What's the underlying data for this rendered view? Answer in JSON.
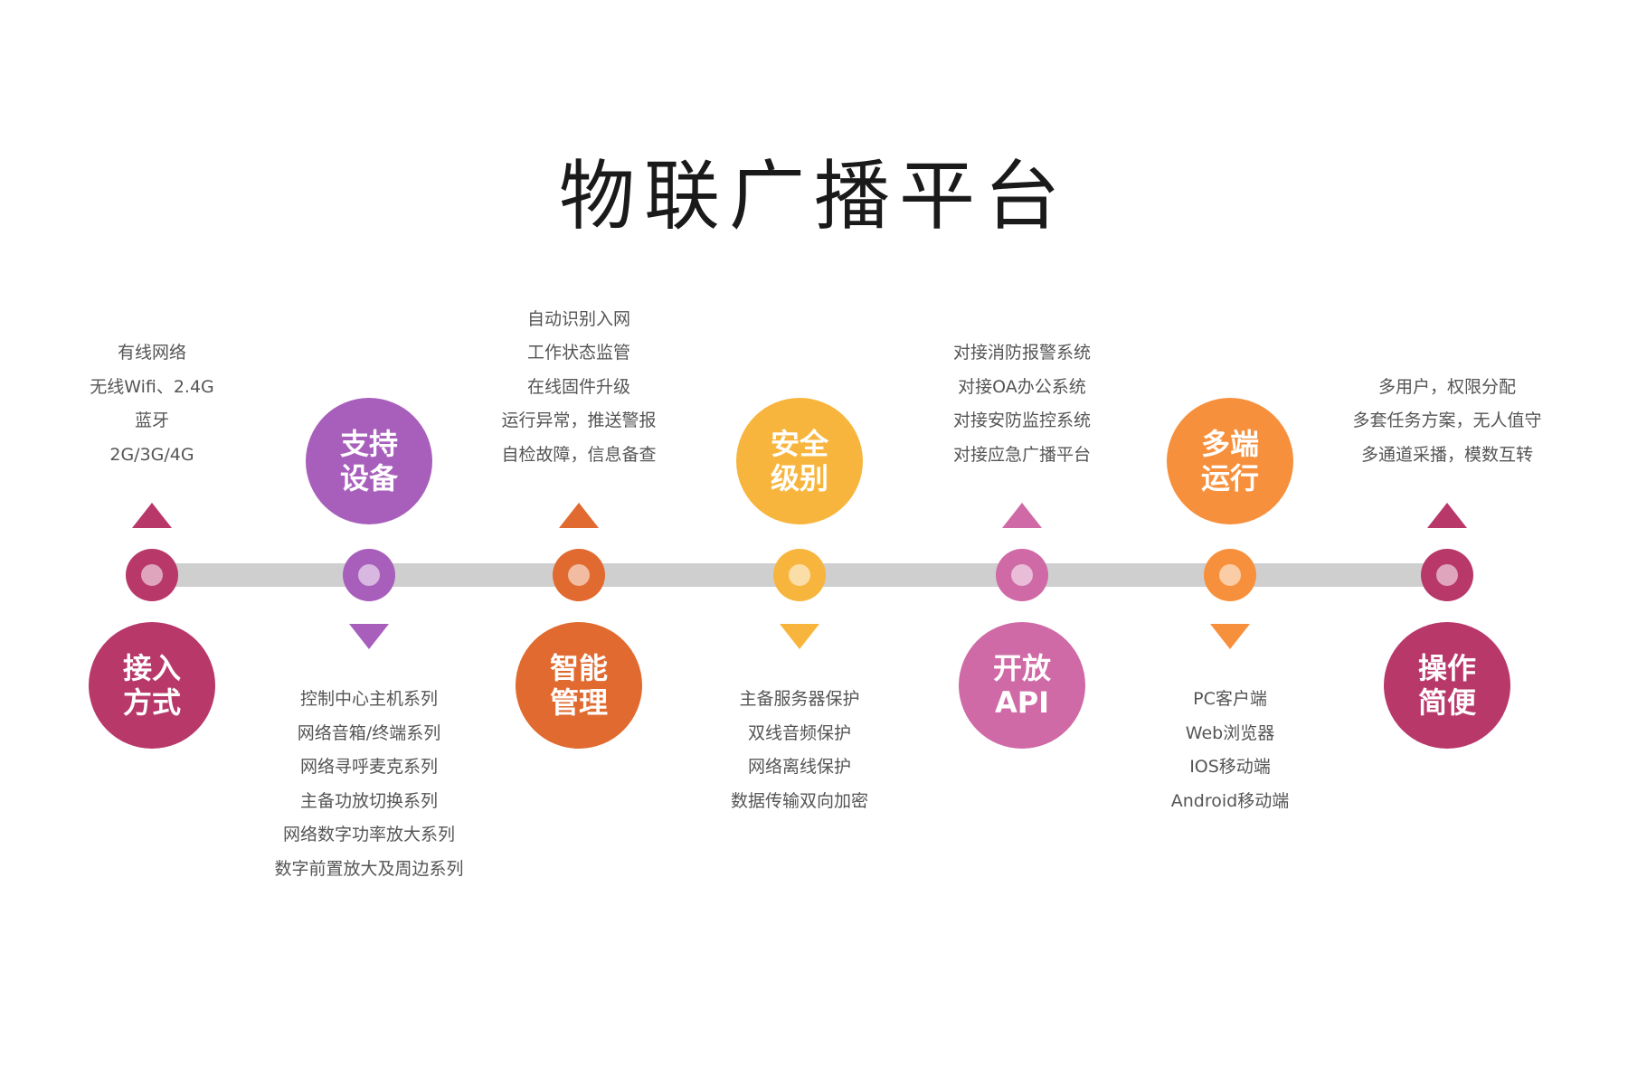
{
  "title": "物联广播平台",
  "colors": {
    "track": "#cfcfcf",
    "crimson": "#b8386a",
    "purple": "#a85fbc",
    "orange_red": "#e06a2f",
    "yellow": "#f7b53d",
    "pink": "#cf6aa6",
    "orange": "#f7903c"
  },
  "stages": [
    {
      "id": "access",
      "label_line1": "接入",
      "label_line2": "方式",
      "color": "#b8386a",
      "features": [
        "有线网络",
        "无线Wifi、2.4G",
        "蓝牙",
        "2G/3G/4G"
      ]
    },
    {
      "id": "devices",
      "label_line1": "支持",
      "label_line2": "设备",
      "color": "#a85fbc",
      "features": [
        "控制中心主机系列",
        "网络音箱/终端系列",
        "网络寻呼麦克系列",
        "主备功放切换系列",
        "网络数字功率放大系列",
        "数字前置放大及周边系列"
      ]
    },
    {
      "id": "smart",
      "label_line1": "智能",
      "label_line2": "管理",
      "color": "#e06a2f",
      "features": [
        "自动识别入网",
        "工作状态监管",
        "在线固件升级",
        "运行异常，推送警报",
        "自检故障，信息备查"
      ]
    },
    {
      "id": "security",
      "label_line1": "安全",
      "label_line2": "级别",
      "color": "#f7b53d",
      "features": [
        "主备服务器保护",
        "双线音频保护",
        "网络离线保护",
        "数据传输双向加密"
      ]
    },
    {
      "id": "api",
      "label_line1": "开放",
      "label_line2": "API",
      "color": "#cf6aa6",
      "features": [
        "对接消防报警系统",
        "对接OA办公系统",
        "对接安防监控系统",
        "对接应急广播平台"
      ]
    },
    {
      "id": "multi",
      "label_line1": "多端",
      "label_line2": "运行",
      "color": "#f7903c",
      "features": [
        "PC客户端",
        "Web浏览器",
        "IOS移动端",
        "Android移动端"
      ]
    },
    {
      "id": "ops",
      "label_line1": "操作",
      "label_line2": "简便",
      "color": "#b8386a",
      "features": [
        "多用户，权限分配",
        "多套任务方案，无人值守",
        "多通道采播，模数互转"
      ]
    }
  ]
}
